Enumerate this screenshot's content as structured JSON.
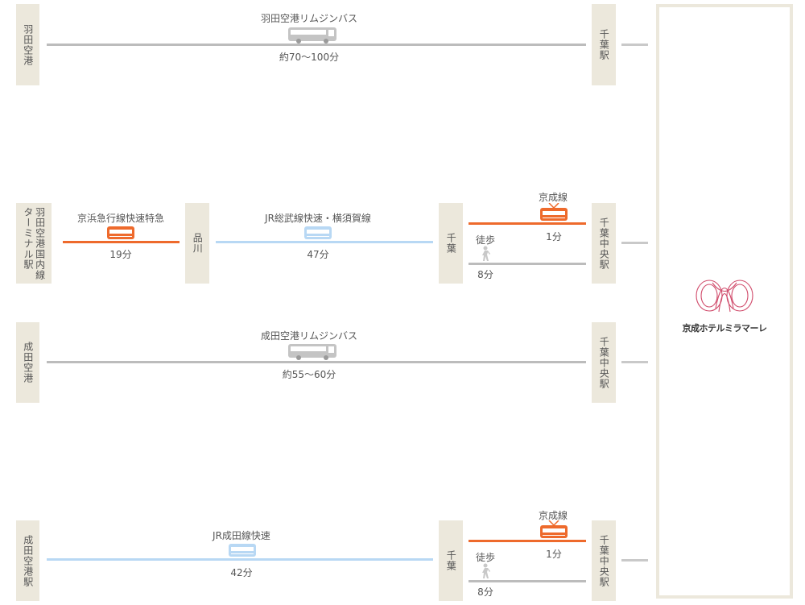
{
  "colors": {
    "box": "#ece8dc",
    "gray_line": "#bcbcbc",
    "jr_line": "#b8d8f4",
    "keisei_line": "#ee6a2c",
    "bus_icon": "#c4c4c4",
    "walk_icon": "#c8c8c8"
  },
  "hotel": {
    "name": "京成ホテルミラマーレ",
    "logo": "miramare-logo-icon"
  },
  "route1": {
    "origin": "羽田空港",
    "destination": "千葉駅",
    "mode": "羽田空港リムジンバス",
    "time": "約70〜100分"
  },
  "route2": {
    "origin_line1": "ターミナル駅",
    "origin_line2": "羽田空港国内線",
    "seg1": {
      "name": "京浜急行線快速特急",
      "time": "19分"
    },
    "transfer1": "品川",
    "seg2": {
      "name": "JR総武線快速・横須賀線",
      "time": "47分"
    },
    "transfer2": "千葉",
    "seg3": {
      "name": "京成線",
      "time": "1分"
    },
    "walk": {
      "name": "徒歩",
      "time": "8分"
    },
    "destination": "千葉中央駅"
  },
  "route3": {
    "origin": "成田空港",
    "destination": "千葉中央駅",
    "mode": "成田空港リムジンバス",
    "time": "約55〜60分"
  },
  "route4": {
    "origin": "成田空港駅",
    "seg1": {
      "name": "JR成田線快速",
      "time": "42分"
    },
    "transfer": "千葉",
    "seg2": {
      "name": "京成線",
      "time": "1分"
    },
    "walk": {
      "name": "徒歩",
      "time": "8分"
    },
    "destination": "千葉中央駅"
  }
}
